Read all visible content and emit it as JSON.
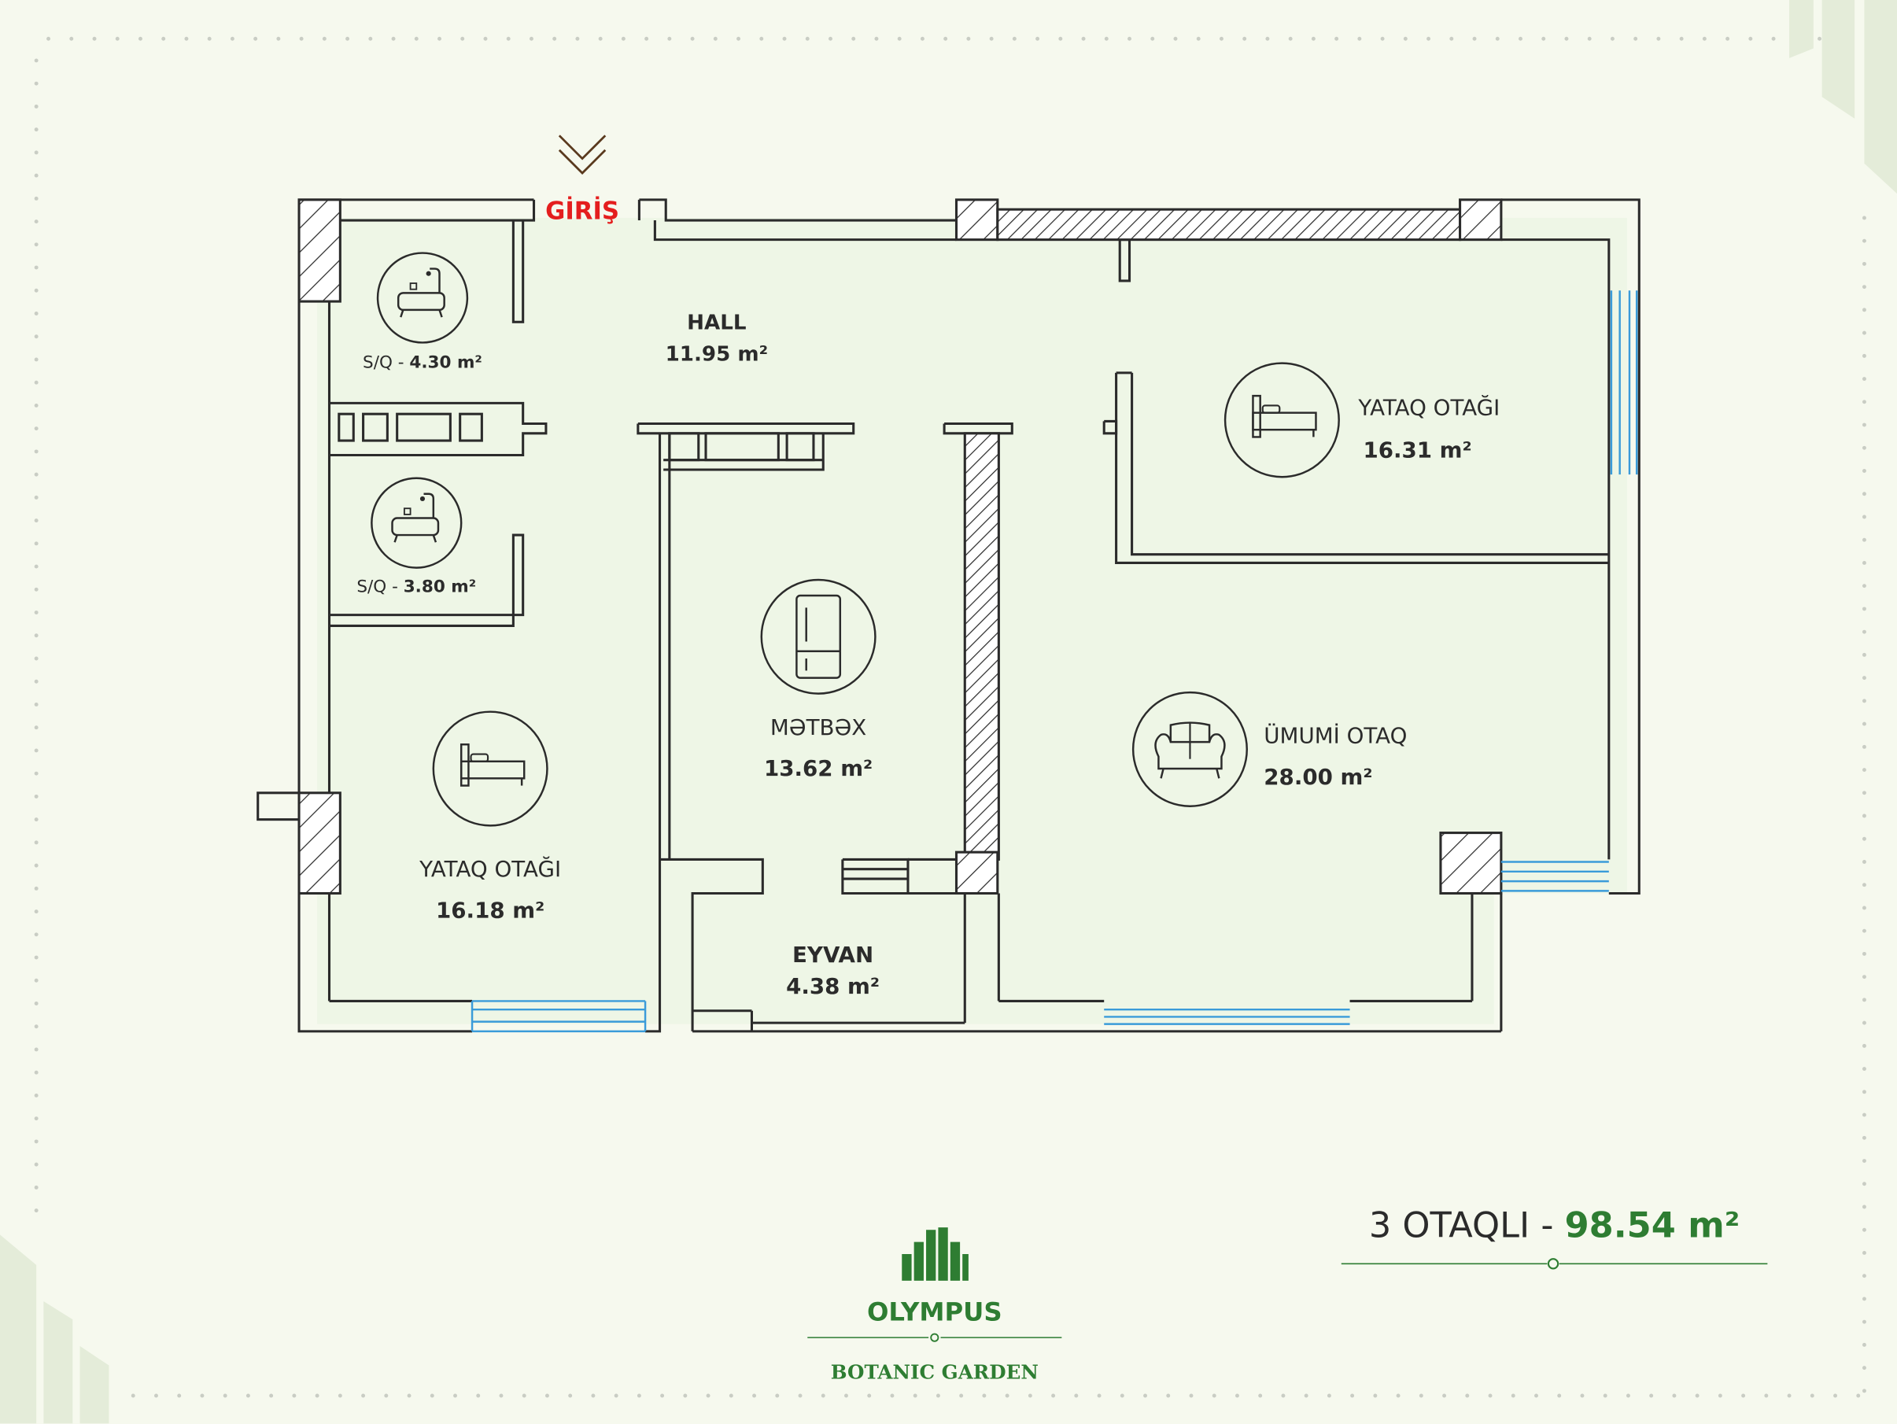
{
  "colors": {
    "background": "#f6f9ee",
    "floor": "#eef6e6",
    "wall": "#2b2b2b",
    "window": "#3a9bd9",
    "entrance": "#e41e1e",
    "brand_green": "#2e7d32",
    "deco_green": "#e4ecd9"
  },
  "plan": {
    "entrance_label": "GİRİŞ",
    "rooms": [
      {
        "id": "hall",
        "name": "HALL",
        "area": "11.95 m²",
        "icon": ""
      },
      {
        "id": "bath-1",
        "name": "S/Q - ",
        "area": "4.30 m²",
        "icon": "bathtub-icon"
      },
      {
        "id": "bath-2",
        "name": "S/Q - ",
        "area": "3.80 m²",
        "icon": "bathtub-icon"
      },
      {
        "id": "bedroom-1",
        "name": "YATAQ OTAĞI",
        "area": "16.31 m²",
        "icon": "bed-icon"
      },
      {
        "id": "kitchen",
        "name": "MƏTBƏX",
        "area": "13.62 m²",
        "icon": "fridge-icon"
      },
      {
        "id": "living",
        "name": "ÜMUMİ OTAQ",
        "area": "28.00 m²",
        "icon": "sofa-icon"
      },
      {
        "id": "bedroom-2",
        "name": "YATAQ OTAĞI",
        "area": "16.18 m²",
        "icon": "bed-icon"
      },
      {
        "id": "balcony",
        "name": "EYVAN",
        "area": "4.38 m²",
        "icon": ""
      }
    ]
  },
  "summary": {
    "rooms_label": "3 OTAQLI - ",
    "total_area": "98.54 m²"
  },
  "brand": {
    "name": "OLYMPUS",
    "subtitle": "BOTANIC GARDEN",
    "icon": "building-logo-icon"
  }
}
